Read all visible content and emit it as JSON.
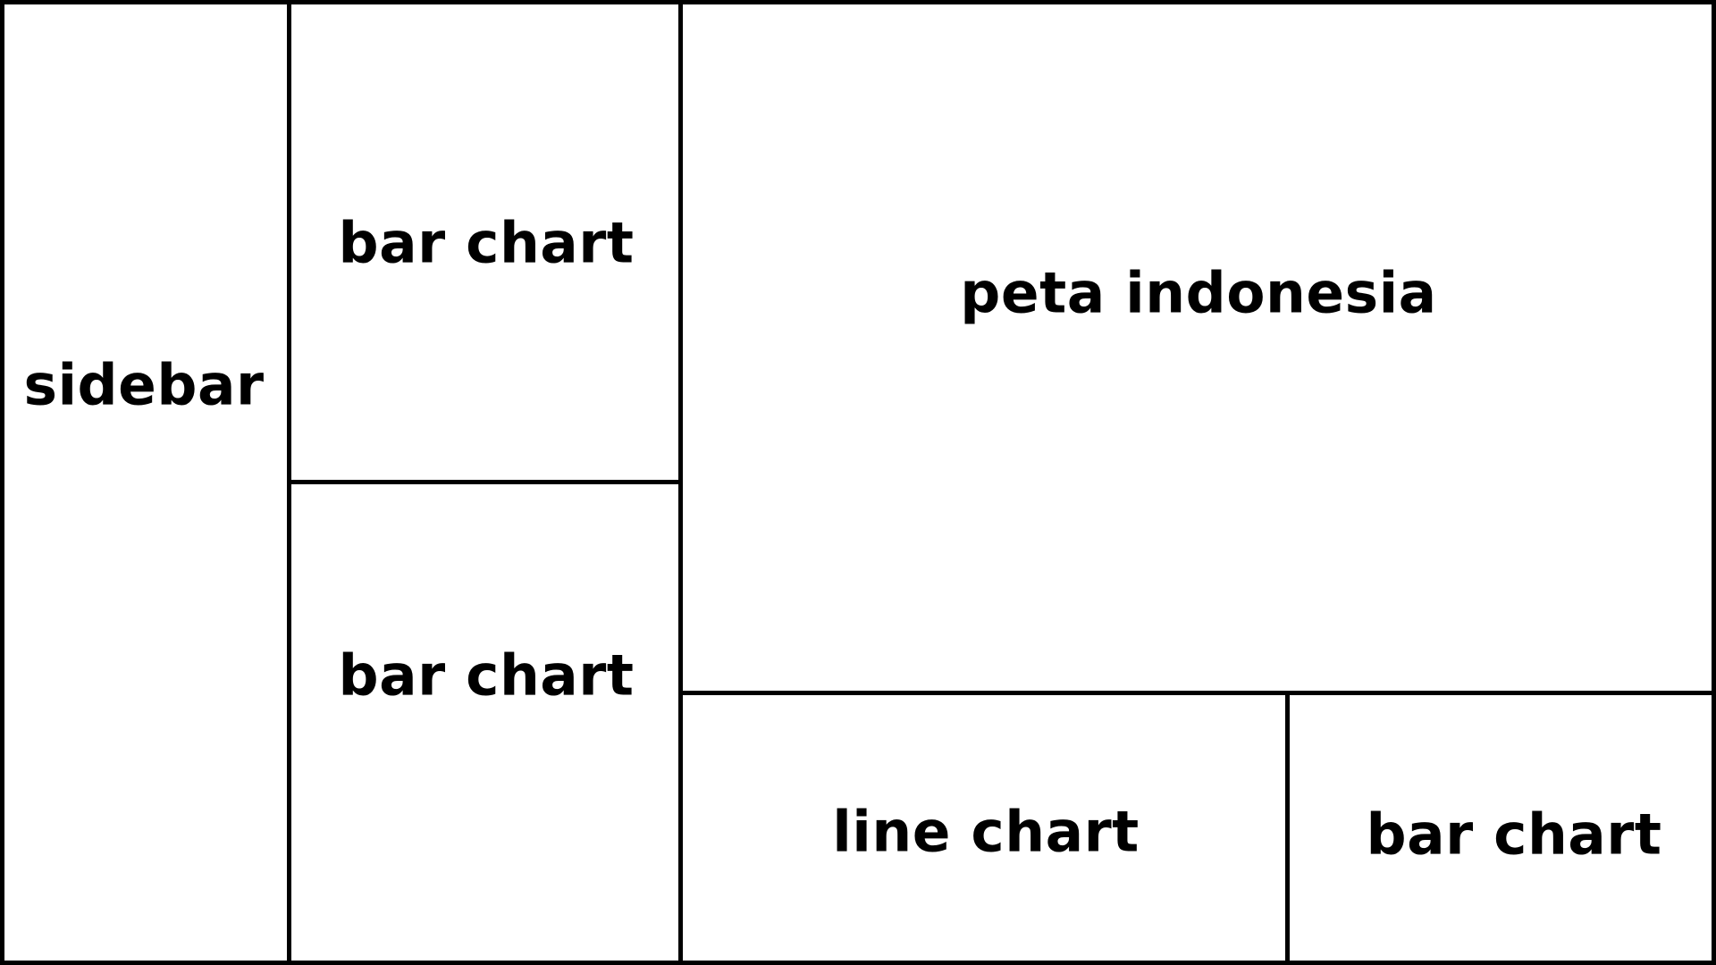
{
  "layout": {
    "sidebar": {
      "label": "sidebar"
    },
    "bar_chart_top": {
      "label": "bar chart"
    },
    "bar_chart_bottom": {
      "label": "bar chart"
    },
    "map": {
      "label": "peta indonesia"
    },
    "line_chart": {
      "label": "line chart"
    },
    "bar_chart_right": {
      "label": "bar chart"
    }
  },
  "colors": {
    "border": "#000000",
    "background": "#ffffff",
    "text": "#000000"
  }
}
